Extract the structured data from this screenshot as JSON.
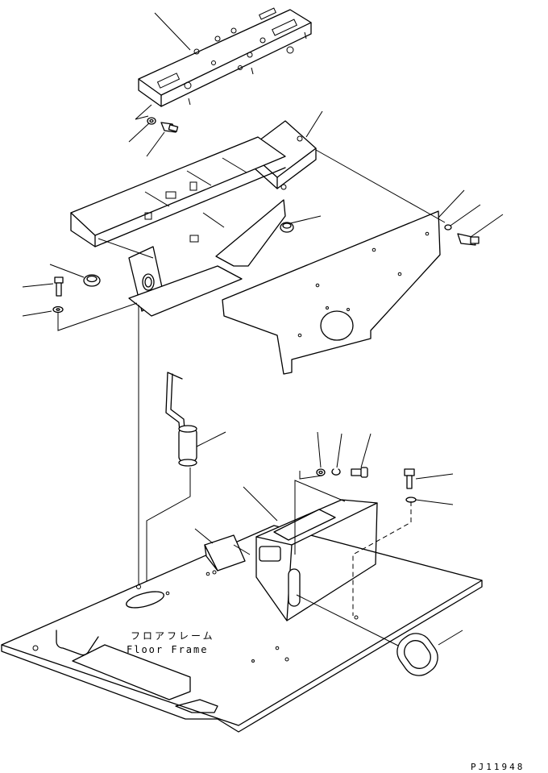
{
  "labels": {
    "floor_frame_jp": "フロアフレーム",
    "floor_frame_en": "Floor Frame",
    "drawing_code": "PJ11948"
  }
}
